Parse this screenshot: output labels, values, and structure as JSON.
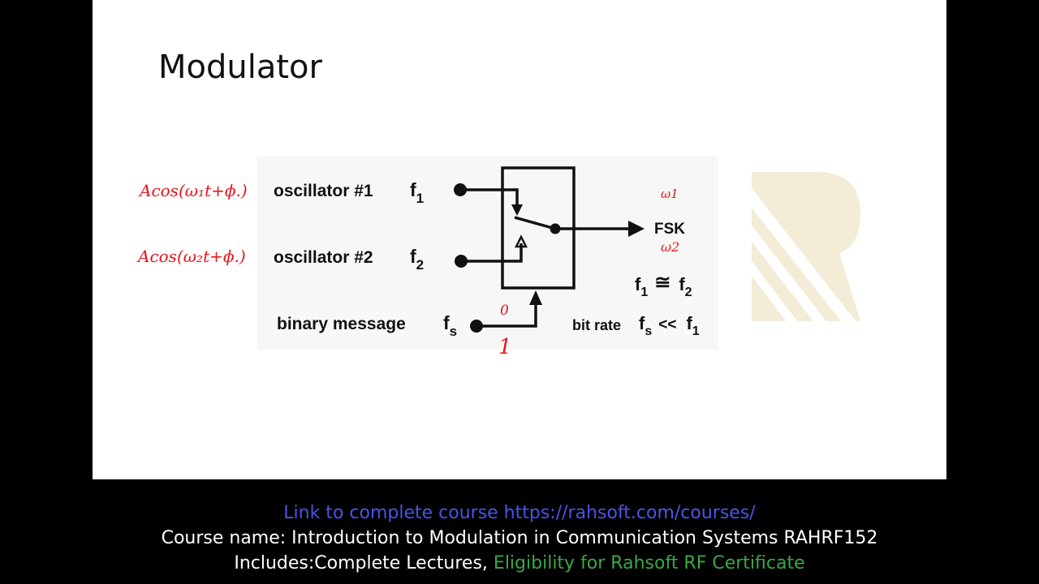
{
  "slide": {
    "title": "Modulator"
  },
  "diagram": {
    "oscillator1_label": "oscillator #1",
    "oscillator1_freq": "f",
    "oscillator1_freq_sub": "1",
    "oscillator2_label": "oscillator #2",
    "oscillator2_freq": "f",
    "oscillator2_freq_sub": "2",
    "binary_label": "binary message",
    "binary_freq": "f",
    "binary_freq_sub": "s",
    "output_label": "FSK",
    "relation_a": "f",
    "relation_a_sub": "1",
    "relation_symbol": "≅",
    "relation_b": "f",
    "relation_b_sub": "2",
    "bitrate_label": "bit rate",
    "bitrate_fs": "f",
    "bitrate_fs_sub": "s",
    "bitrate_symbol": "<<",
    "bitrate_f1": "f",
    "bitrate_f1_sub": "1"
  },
  "annotations": {
    "osc1_expr": "Acos(ω₁t+ϕ.)",
    "osc2_expr": "Acos(ω₂t+ϕ.)",
    "omega1": "ω1",
    "omega2": "ω2",
    "bit_zero": "0",
    "bit_one": "1"
  },
  "captions": {
    "link": "Link to complete course https://rahsoft.com/courses/",
    "course": "Course name: Introduction to Modulation in Communication Systems RAHRF152",
    "includes_prefix": "Includes:Complete Lectures, ",
    "includes_highlight": "Eligibility for Rahsoft RF Certificate"
  },
  "colors": {
    "link": "#4a55e8",
    "highlight": "#3aa845",
    "annotation": "#e8151b",
    "watermark": "#f3ecd6"
  }
}
